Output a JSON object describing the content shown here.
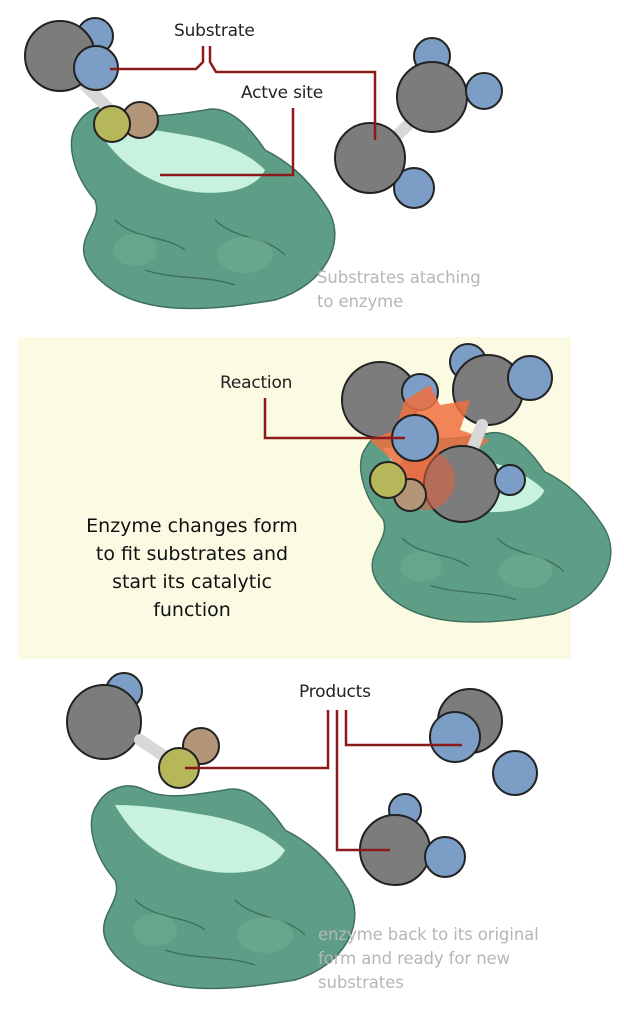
{
  "panel1": {
    "substrate_label": "Substrate",
    "active_site_label": "Actve site",
    "caption_line1": "Substrates ataching",
    "caption_line2": "to enzyme"
  },
  "panel2": {
    "reaction_label": "Reaction",
    "description_line1": "Enzyme changes form",
    "description_line2": "to fit substrates and",
    "description_line3": "start its catalytic",
    "description_line4": "function"
  },
  "panel3": {
    "products_label": "Products",
    "caption_line1": "enzyme back to its original",
    "caption_line2": "form and ready for new",
    "caption_line3": "substrates"
  },
  "colors": {
    "enzyme": "#5e9e86",
    "enzyme_light": "#c8f2de",
    "atom_gray": "#7c7c7c",
    "atom_blue": "#7c9dc6",
    "atom_olive": "#b6b65a",
    "atom_brown": "#b39577",
    "pointer_line": "#8b1a1a",
    "panel_bg": "#fbfbe3",
    "reaction_burst": "#f07040"
  }
}
